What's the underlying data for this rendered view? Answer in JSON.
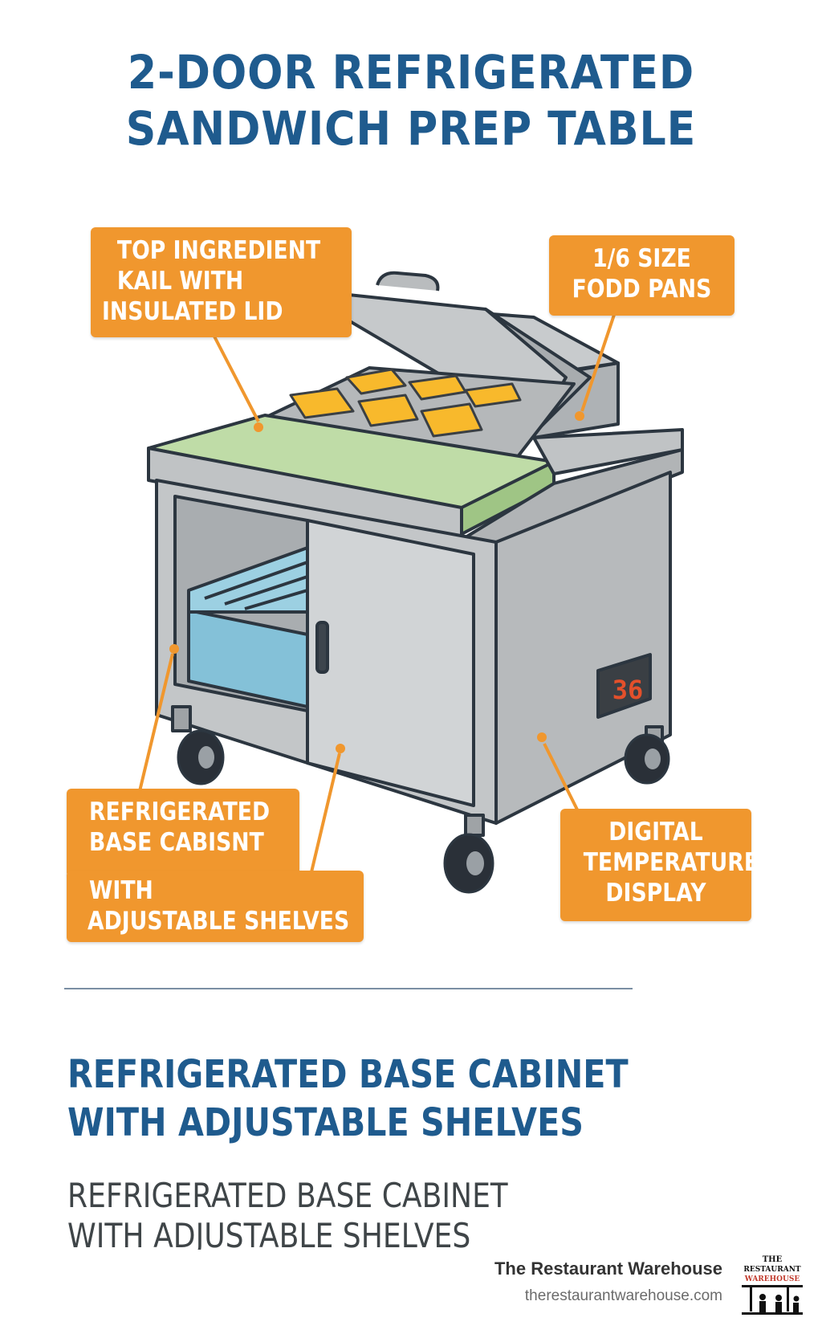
{
  "title": {
    "line1": "2-DOOR REFRIGERATED",
    "line2": "SANDWICH PREP TABLE"
  },
  "callouts": {
    "top_rail": {
      "line1": "TOP INGREDIENT",
      "line2": "KAIL WITH",
      "line3": "INSULATED LID"
    },
    "food_pans": {
      "line1": "1/6 SIZE",
      "line2": "FODD PANS"
    },
    "base_cabinet": {
      "line1": "REFRIGERATED",
      "line2": "BASE CABISNT",
      "line3": "WITH",
      "line4": "ADJUSTABLE SHELVES"
    },
    "temp_display": {
      "line1": "DIGITAL",
      "line2": "TEMPERATURE",
      "line3": "DISPLAY"
    }
  },
  "temperature_readout": "36",
  "section": {
    "heading_line1": "REFRIGERATED BASE CABINET",
    "heading_line2": "WITH ADJUSTABLE SHELVES",
    "sub_line1": "REFRIGERATED BASE CABINET",
    "sub_line2": "WITH ADJUSTABLE SHELVES"
  },
  "brand": {
    "name": "The Restaurant Warehouse",
    "url": "therestaurantwarehouse.com",
    "logo_line1": "THE",
    "logo_line2": "RESTAURANT",
    "logo_line3": "WAREHOUSE"
  },
  "colors": {
    "title_blue": "#1f5b8e",
    "callout_orange": "#f0972e",
    "steel_gray": "#b9bcbe",
    "cutting_board_green": "#bfdca7",
    "food_pan_yellow": "#f8b92c",
    "shelf_blue": "#84c1d8"
  }
}
